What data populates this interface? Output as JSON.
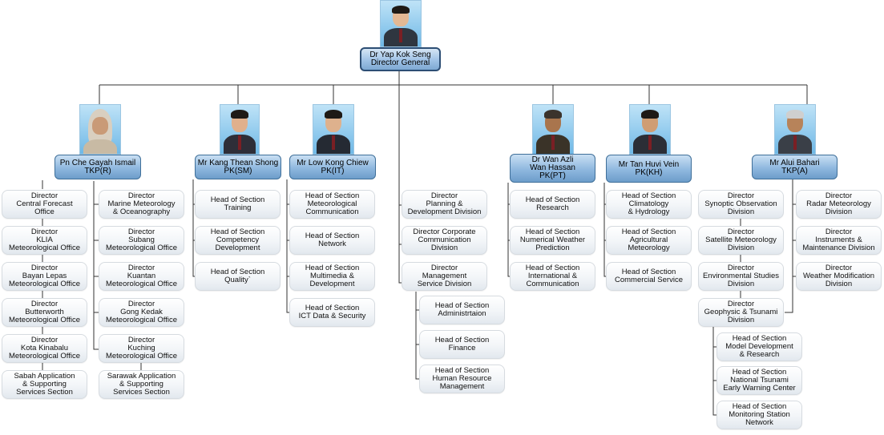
{
  "director_general": {
    "name": "Dr Yap Kok Seng",
    "title": "Director General"
  },
  "directors": [
    {
      "name": "Pn Che Gayah Ismail",
      "title": "TKP(R)"
    },
    {
      "name": "Mr Kang Thean Shong",
      "title": "PK(SM)"
    },
    {
      "name": "Mr Low Kong Chiew",
      "title": "PK(IT)"
    },
    {
      "name": "Dr Wan Azli\nWan Hassan",
      "title": "PK(PT)"
    },
    {
      "name": "Mr Tan Huvi Vein",
      "title": "PK(KH)"
    },
    {
      "name": "Mr Alui Bahari",
      "title": "TKP(A)"
    }
  ],
  "units": {
    "r_left": [
      "Director\nCentral Forecast\nOffice",
      "Director\nKLIA\nMeteorological Office",
      "Director\nBayan Lepas\nMeteorological Office",
      "Director\nButterworth\nMeteorological Office",
      "Director\nKota Kinabalu\nMeteorological Office",
      "Sabah Application\n& Supporting\nServices Section"
    ],
    "r_right": [
      "Director\nMarine Meteorology\n& Oceanography",
      "Director\nSubang\nMeteorological Office",
      "Director\nKuantan\nMeteorological Office",
      "Director\nGong Kedak\nMeteorological Office",
      "Director\nKuching\nMeteorological Office",
      "Sarawak Application\n& Supporting\nServices Section"
    ],
    "sm": [
      "Head of Section\nTraining",
      "Head of Section\nCompetency\nDevelopment",
      "Head of Section\nQuality`"
    ],
    "it": [
      "Head of Section\nMeteorological\nCommunication",
      "Head of Section\nNetwork",
      "Head of Section\nMultimedia &\nDevelopment",
      "Head of Section\nICT Data & Security"
    ],
    "center": [
      "Director\nPlanning &\nDevelopment Division",
      "Director Corporate\nCommunication\nDivision",
      "Director\nManagement\nService Division"
    ],
    "center_sub": [
      "Head of Section\nAdministrtaion",
      "Head of Section\nFinance",
      "Head of Section\nHuman Resource\nManagement"
    ],
    "pt": [
      "Head of Section\nResearch",
      "Head of Section\nNumerical Weather\nPrediction",
      "Head of Section\nInternational &\nCommunication"
    ],
    "kh": [
      "Head of Section\nClimatology\n& Hydrology",
      "Head of Section\nAgricultural\nMeteorology",
      "Head of Section\nCommercial Service"
    ],
    "a_left": [
      "Director\nSynoptic Observation\nDivision",
      "Director\nSatellite Meteorology\nDivision",
      "Director\nEnvironmental Studies\nDivision",
      "Director\nGeophysic & Tsunami\nDivision"
    ],
    "a_right": [
      "Director\nRadar Meteorology\nDivision",
      "Director\nInstruments &\nMaintenance Division",
      "Director\nWeather Modification\nDivision"
    ],
    "a_sub": [
      "Head of Section\nModel Development\n& Research",
      "Head of Section\nNational Tsunami\nEarly Warning Center",
      "Head of Section\nMonitoring Station\nNetwork"
    ]
  }
}
